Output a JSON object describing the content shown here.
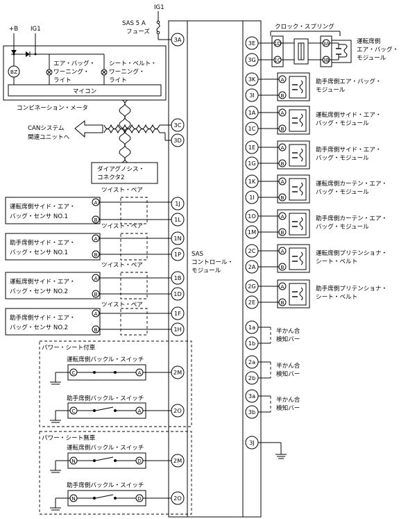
{
  "power": {
    "ig1_top": "IG1",
    "plus_b": "+B",
    "ig1_left": "IG1",
    "fuse_line1": "SAS 5 A",
    "fuse_line2": "フューズ"
  },
  "combination_meter": {
    "name": "コンビネーション・メータ",
    "microcomputer": "マイコン",
    "buzzer": "BZ",
    "airbag_warning": [
      "エア・バッグ・",
      "ワーニング・",
      "ライト"
    ],
    "seatbelt_warning": [
      "シート・ベルト・",
      "ワーニング・",
      "ライト"
    ]
  },
  "can": {
    "line1": "CANシステム",
    "line2": "関連ユニットへ"
  },
  "diag_connector": [
    "ダイアグノシス・",
    "コネクタ2"
  ],
  "sas": {
    "line1": "SAS",
    "line2": "コントロール・",
    "line3": "モジュール"
  },
  "twisted_pair": "ツイスト・ペア",
  "left_pins": [
    "3A",
    "3C",
    "3D",
    "1J",
    "1L",
    "1N",
    "1P",
    "1B",
    "1D",
    "1F",
    "1H",
    "2M",
    "2O",
    "2M",
    "2O"
  ],
  "right_pins": [
    "3E",
    "3G",
    "3K",
    "3I",
    "1A",
    "1C",
    "1E",
    "1G",
    "1K",
    "1I",
    "1O",
    "1M",
    "2C",
    "2A",
    "2G",
    "2E",
    "1a",
    "1b",
    "2a",
    "2b",
    "3a",
    "3b",
    "3J"
  ],
  "sensors": [
    {
      "line1": "運転席側サイド・エア・",
      "line2": "バッグ・センサ NO.1",
      "a": "A",
      "b": "B"
    },
    {
      "line1": "助手席側サイド・エア・",
      "line2": "バッグ・センサ NO.1",
      "a": "A",
      "b": "B"
    },
    {
      "line1": "運転席側サイド・エア・",
      "line2": "バッグ・センサ NO.2",
      "a": "A",
      "b": "B"
    },
    {
      "line1": "助手席側サイド・エア・",
      "line2": "バッグ・センサ NO.2",
      "a": "A",
      "b": "B"
    }
  ],
  "power_seat_with": {
    "title": "パワー・シート付車",
    "driver": {
      "label": "運転席側バックル・スイッチ",
      "p1": "C",
      "p2": "A"
    },
    "passenger": {
      "label": "助手席側バックル・スイッチ",
      "p1": "C",
      "p2": "A"
    }
  },
  "power_seat_without": {
    "title": "パワー・シート無車",
    "driver": {
      "label": "運転席側バックル・スイッチ",
      "p1": "N",
      "p2": "D"
    },
    "passenger": {
      "label": "助手席側バックル・スイッチ",
      "p1": "N",
      "p2": "D"
    }
  },
  "clock_spring": {
    "name": "クロック・スプリング",
    "pins": [
      "1D",
      "1C",
      "3A",
      "3B"
    ]
  },
  "modules": [
    {
      "line1": "運転席側",
      "line2": "エア・バッグ・",
      "line3": "モジュール"
    },
    {
      "line1": "助手席側エア・バッグ・",
      "line2": "モジュール",
      "a": "A",
      "b": "B"
    },
    {
      "line1": "運転席側サイド・エア・",
      "line2": "バッグ・モジュール",
      "a": "A",
      "b": "B"
    },
    {
      "line1": "助手席側サイド・エア・",
      "line2": "バッグ・モジュール",
      "a": "A",
      "b": "B"
    },
    {
      "line1": "運転席側カーテン・エア・",
      "line2": "バッグ・モジュール",
      "a": "A",
      "b": "B"
    },
    {
      "line1": "助手席側カーテン・エア・",
      "line2": "バッグ・モジュール",
      "a": "A",
      "b": "B"
    },
    {
      "line1": "運転席側プリテンショナ・",
      "line2": "シート・ベルト",
      "a": "A",
      "b": "B"
    },
    {
      "line1": "助手席側プリテンショナ・",
      "line2": "シート・ベルト",
      "a": "A",
      "b": "B"
    }
  ],
  "half_engage": {
    "line1": "半かん合",
    "line2": "検知バー"
  }
}
